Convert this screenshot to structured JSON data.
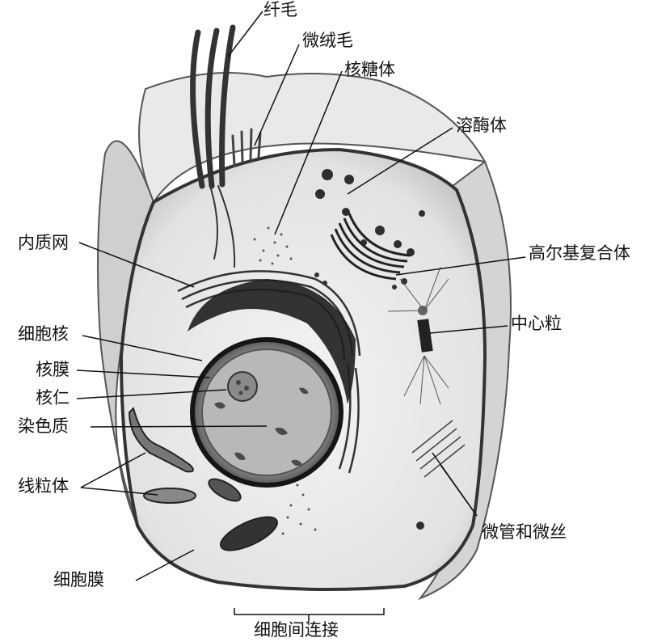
{
  "labels": {
    "cilia": "纤毛",
    "microvilli": "微绒毛",
    "ribosome": "核糖体",
    "lysosome": "溶酶体",
    "endoplasmic_reticulum": "内质网",
    "golgi_complex": "高尔基复合体",
    "centriole": "中心粒",
    "nucleus": "细胞核",
    "nuclear_envelope": "核膜",
    "nucleolus": "核仁",
    "chromatin": "染色质",
    "mitochondria": "线粒体",
    "microtubules_microfilaments": "微管和微丝",
    "cell_membrane": "细胞膜",
    "cell_junction": "细胞间连接"
  }
}
